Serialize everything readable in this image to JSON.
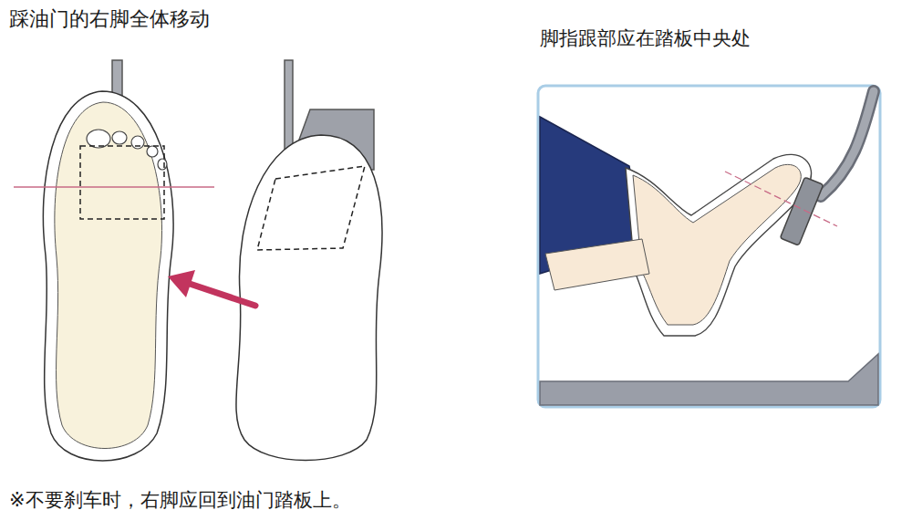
{
  "diagram": {
    "labels": [
      "踩油门的右脚全体移动",
      "脚指跟部应在踏板中央处",
      "※不要刹车时，右脚应回到油门踏板上。"
    ]
  }
}
